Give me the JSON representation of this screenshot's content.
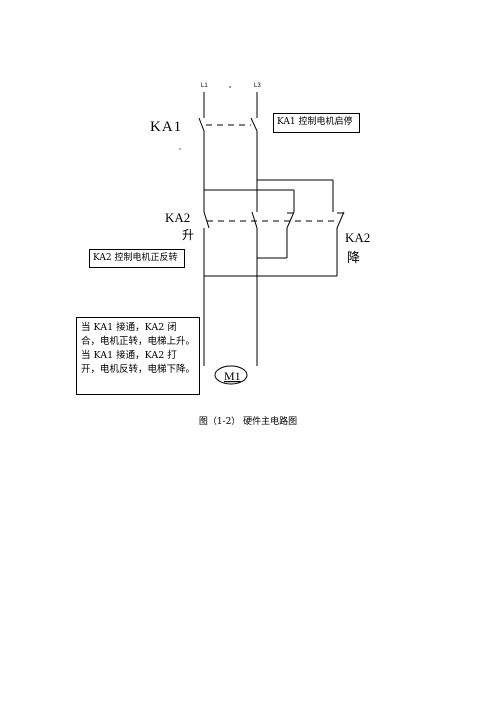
{
  "terminals": {
    "left": "L1",
    "right": "L3"
  },
  "labels": {
    "ka1": "KA1",
    "ka2_left": "KA2",
    "ka2_left_sub": "升",
    "ka2_right": "KA2",
    "ka2_right_sub": "降",
    "motor": "M1"
  },
  "callouts": {
    "ka1": "KA1 控制电机启停",
    "ka2": "KA2 控制电机正反转",
    "description": "当 KA1 接通，KA2 闭合，电机正转，电梯上升。当 KA1 接通，KA2 打开，电机反转，电梯下降。"
  },
  "caption": "图（1-2）  硬件主电路图"
}
